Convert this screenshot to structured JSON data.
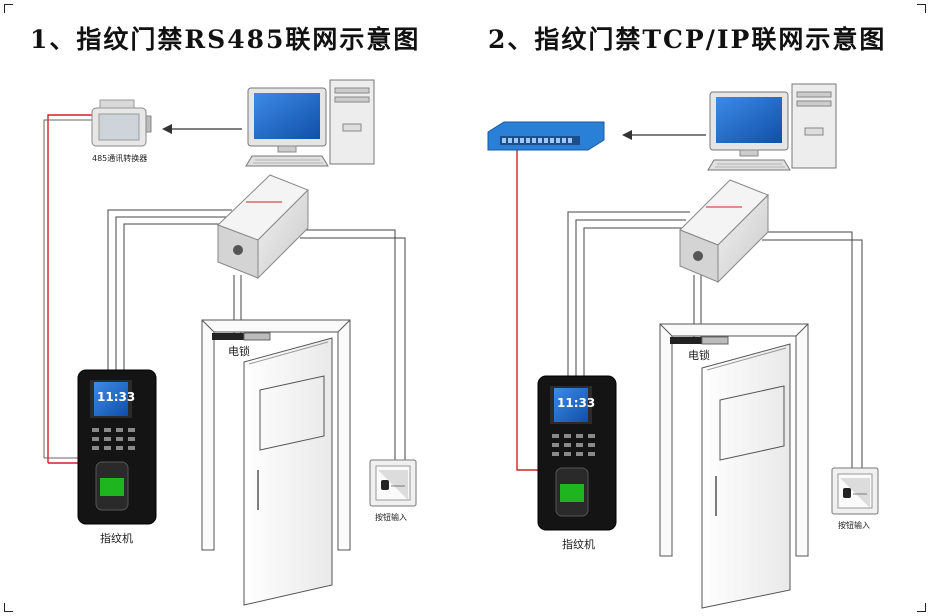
{
  "left": {
    "title": "1、指纹门禁RS485联网示意图",
    "converter_label": "485通讯转换器",
    "lock_label": "电锁",
    "button_label": "按钮输入",
    "reader_label": "指纹机",
    "reader_time": "11:33"
  },
  "right": {
    "title": "2、指纹门禁TCP/IP联网示意图",
    "lock_label": "电锁",
    "button_label": "按钮输入",
    "reader_label": "指纹机",
    "reader_time": "11:33"
  },
  "colors": {
    "red_wire": "#d22020",
    "switch_blue": "#2a7fd6",
    "screen_blue": "#1e6fd0"
  }
}
